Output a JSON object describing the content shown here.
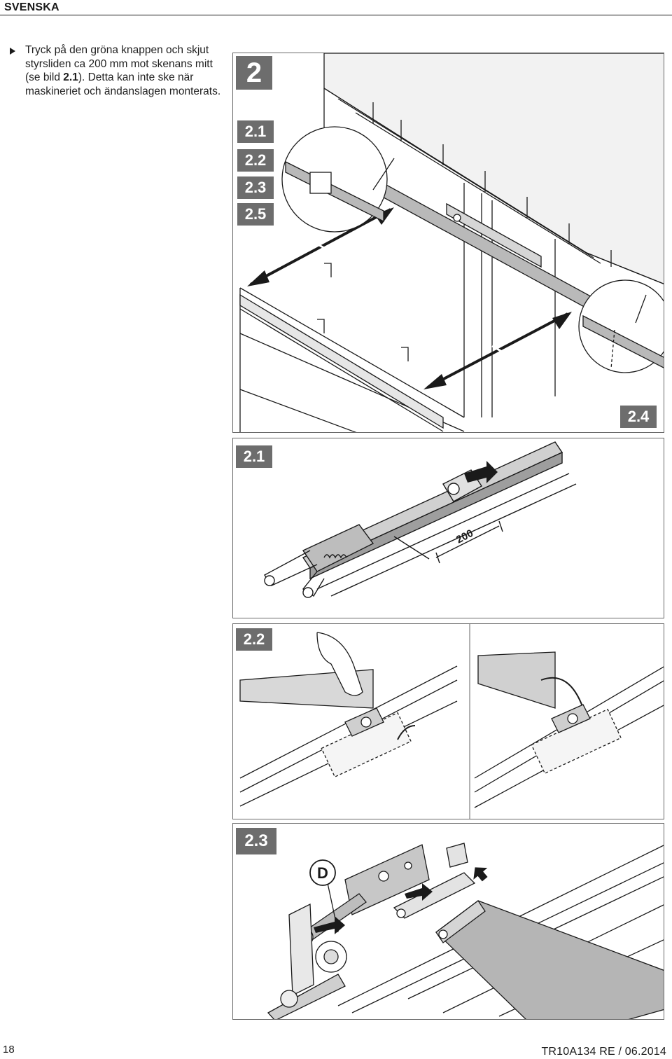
{
  "header": {
    "title": "SVENSKA"
  },
  "instruction": {
    "before": "Tryck på den gröna knappen och skjut styrsliden ca 200 mm mot skenans mitt (se bild ",
    "bold_ref": "2.1",
    "after": "). Detta kan inte ske när maskineriet och ändanslagen monterats."
  },
  "figure_main": {
    "number": "2",
    "steps": [
      "2.1",
      "2.2",
      "2.3",
      "2.5"
    ],
    "detail_label": "2.4"
  },
  "figure_21": {
    "label": "2.1",
    "dimension": "200"
  },
  "figure_22": {
    "label": "2.2"
  },
  "figure_23": {
    "label": "2.3",
    "callout": "D"
  },
  "footer": {
    "page_number": "18",
    "doc_ref": "TR10A134  RE / 06.2014"
  },
  "colors": {
    "badge": "#6d6d6d",
    "line": "#1a1a1a",
    "panel_border": "#6a6a6a",
    "rail_fill": "#b9b9b9"
  }
}
